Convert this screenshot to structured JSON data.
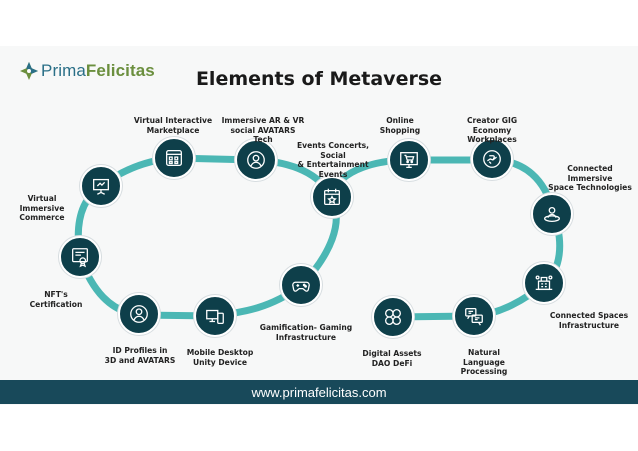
{
  "brand": {
    "name_part1": "Prima",
    "name_part2": "Felicitas",
    "icon": "plus-cross-logo-icon"
  },
  "title": "Elements of Metaverse",
  "colors": {
    "path": "#4bb7b4",
    "node": "#0e3f4a",
    "footer": "#18495a",
    "brand_blue": "#2a6f87",
    "brand_green": "#6b8f3e"
  },
  "elements": [
    {
      "label": "NFT's\nCertification",
      "icon": "certificate-icon"
    },
    {
      "label": "Virtual Immersive\nCommerce",
      "icon": "presentation-screen-icon"
    },
    {
      "label": "Virtual Interactive\nMarketplace",
      "icon": "marketplace-grid-icon"
    },
    {
      "label": "Immersive AR & VR\nsocial AVATARS Tech",
      "icon": "avatar-icon"
    },
    {
      "label": "ID Profiles in\n3D and AVATARS",
      "icon": "profile-icon"
    },
    {
      "label": "Mobile Desktop\nUnity Device",
      "icon": "devices-icon"
    },
    {
      "label": "Gamification- Gaming\nInfrastructure",
      "icon": "gamepad-icon"
    },
    {
      "label": "Events Concerts, Social\n& Entertainment Events",
      "icon": "calendar-star-icon"
    },
    {
      "label": "Online\nShopping",
      "icon": "cart-monitor-icon"
    },
    {
      "label": "Creator GIG\nEconomy Workplaces",
      "icon": "hand-coin-icon"
    },
    {
      "label": "Connected Immersive\nSpace Technologies",
      "icon": "connected-person-icon"
    },
    {
      "label": "Connected Spaces\nInfrastructure",
      "icon": "infrastructure-icon"
    },
    {
      "label": "Natural Language\nProcessing",
      "icon": "language-chat-icon"
    },
    {
      "label": "Digital Assets\nDAO DeFi",
      "icon": "digital-assets-icon"
    }
  ],
  "footer": {
    "url": "www.primafelicitas.com"
  }
}
